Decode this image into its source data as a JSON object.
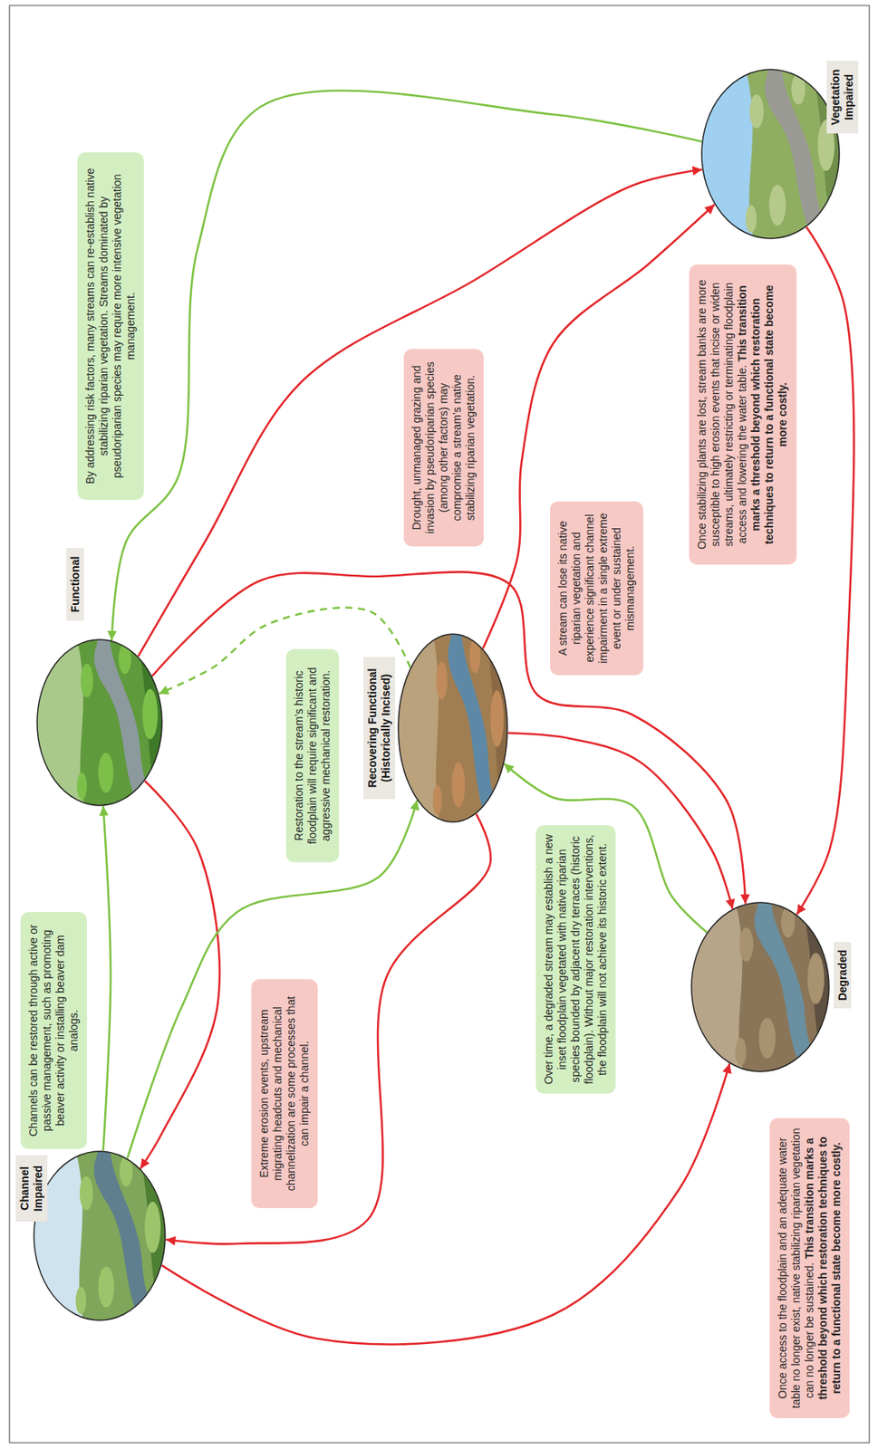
{
  "diagram": {
    "nodes": [
      {
        "text": [
          "Channel Impaired"
        ]
      },
      {
        "text": [
          "Channels can be restored through active or passive management, such as promoting beaver activity or installing beaver dam analogs."
        ]
      },
      {
        "text": [
          "Extreme erosion events, upstream migrating headcuts and mechanical channelization are some processes that can impair a channel."
        ]
      },
      {
        "text": [
          "Functional"
        ]
      },
      {
        "text": [
          "Restoration to the stream’s historic floodplain will require significant and aggressive mechanical restoration."
        ]
      },
      {
        "text": [
          "Recovering Functional (Historically Incised)"
        ]
      },
      {
        "text": [
          "Drought, unmanaged grazing and invasion by pseudoriparian species (among other factors) may compromise a stream’s native stabilizing riparian vegetation."
        ]
      },
      {
        "text": [
          "By addressing risk factors, many streams can re-establish native stabilizing riparian vegetation. Streams dominated by pseudoriparian species may require more intensive vegetation management."
        ]
      },
      {
        "text": [
          "A stream can lose its native riparian vegetation and experience significant channel impairment in a single extreme event or under sustained mismanagement."
        ]
      },
      {
        "text": [
          "Over time, a degraded stream may establish a new inset floodplain vegetated with native riparian species bounded by adjacent dry terraces (historic floodplain). Without major restoration interventions, the floodplain will not achieve its historic extent."
        ]
      },
      {
        "text": [
          "Degraded"
        ]
      },
      {
        "text": [
          "Once access to the floodplain and an adequate water table no longer exist, native stabilizing riparian vegetation can no longer be sustained.",
          "This transition marks a threshold beyond which restoration techniques to return to a functional state become more costly."
        ]
      },
      {
        "text": [
          "Vegetation Impaired"
        ]
      },
      {
        "text": [
          "Once stabilizing plants are lost, stream banks are more susceptible to high erosion events that incise or widen streams, ultimately restricting or terminating floodplain access and lowering the water table.",
          "This transition marks a threshold beyond which restoration techniques to return to a functional state become more costly."
        ]
      }
    ],
    "edges": [
      {
        "from": 3,
        "to": 12,
        "arrow": "to"
      },
      {
        "from": 5,
        "to": 12,
        "arrow": "to"
      },
      {
        "from": 3,
        "to": 10,
        "arrow": "to"
      },
      {
        "from": 5,
        "to": 10,
        "arrow": "to"
      },
      {
        "from": 3,
        "to": 0,
        "arrow": "to"
      },
      {
        "from": 5,
        "to": 0,
        "arrow": "to"
      },
      {
        "from": 0,
        "to": 10,
        "arrow": "to"
      },
      {
        "from": 12,
        "to": 10,
        "arrow": "to"
      },
      {
        "from": 12,
        "to": 3,
        "arrow": "to"
      },
      {
        "from": 0,
        "to": 3,
        "arrow": "to"
      },
      {
        "from": 0,
        "to": 5,
        "arrow": "to"
      },
      {
        "from": 10,
        "to": 5,
        "arrow": "to"
      },
      {
        "from": 5,
        "to": 3,
        "arrow": "to"
      }
    ]
  }
}
